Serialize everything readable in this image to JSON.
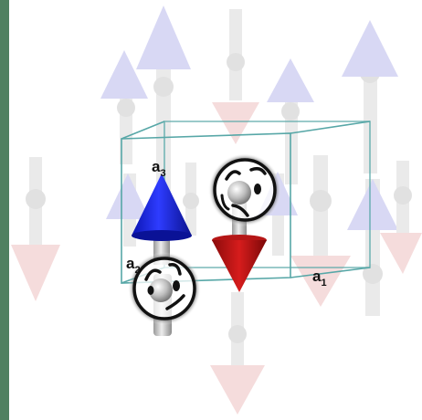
{
  "lattice_vectors": {
    "a1": {
      "main": "a",
      "sub": "1"
    },
    "a2": {
      "main": "a",
      "sub": "2"
    },
    "a3": {
      "main": "a",
      "sub": "3"
    }
  },
  "colors": {
    "frame_bar": "#4f8060",
    "cell_edges": "#57a7a7",
    "spin_up": "#1621e6",
    "spin_down": "#c11515",
    "ghost_up": "#c7c7ef",
    "ghost_down": "#f0c5c5",
    "stem": "#d8d8d8"
  },
  "icons": {
    "face_upper": "frustrated-face-icon",
    "face_lower": "frustrated-face-icon"
  }
}
